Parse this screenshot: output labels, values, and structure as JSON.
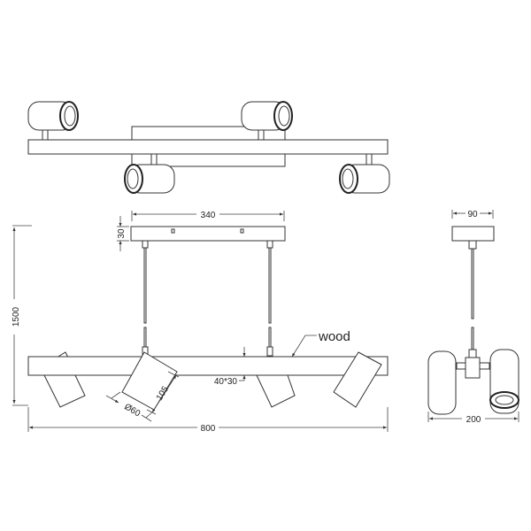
{
  "dimensions": {
    "canopy_width": "340",
    "canopy_height": "30",
    "total_height": "1500",
    "total_width": "800",
    "bar_section": "40*30",
    "lamp_length": "105",
    "lamp_diameter": "Ø60",
    "side_canopy_width": "90",
    "side_width": "200"
  },
  "labels": {
    "material": "wood"
  }
}
